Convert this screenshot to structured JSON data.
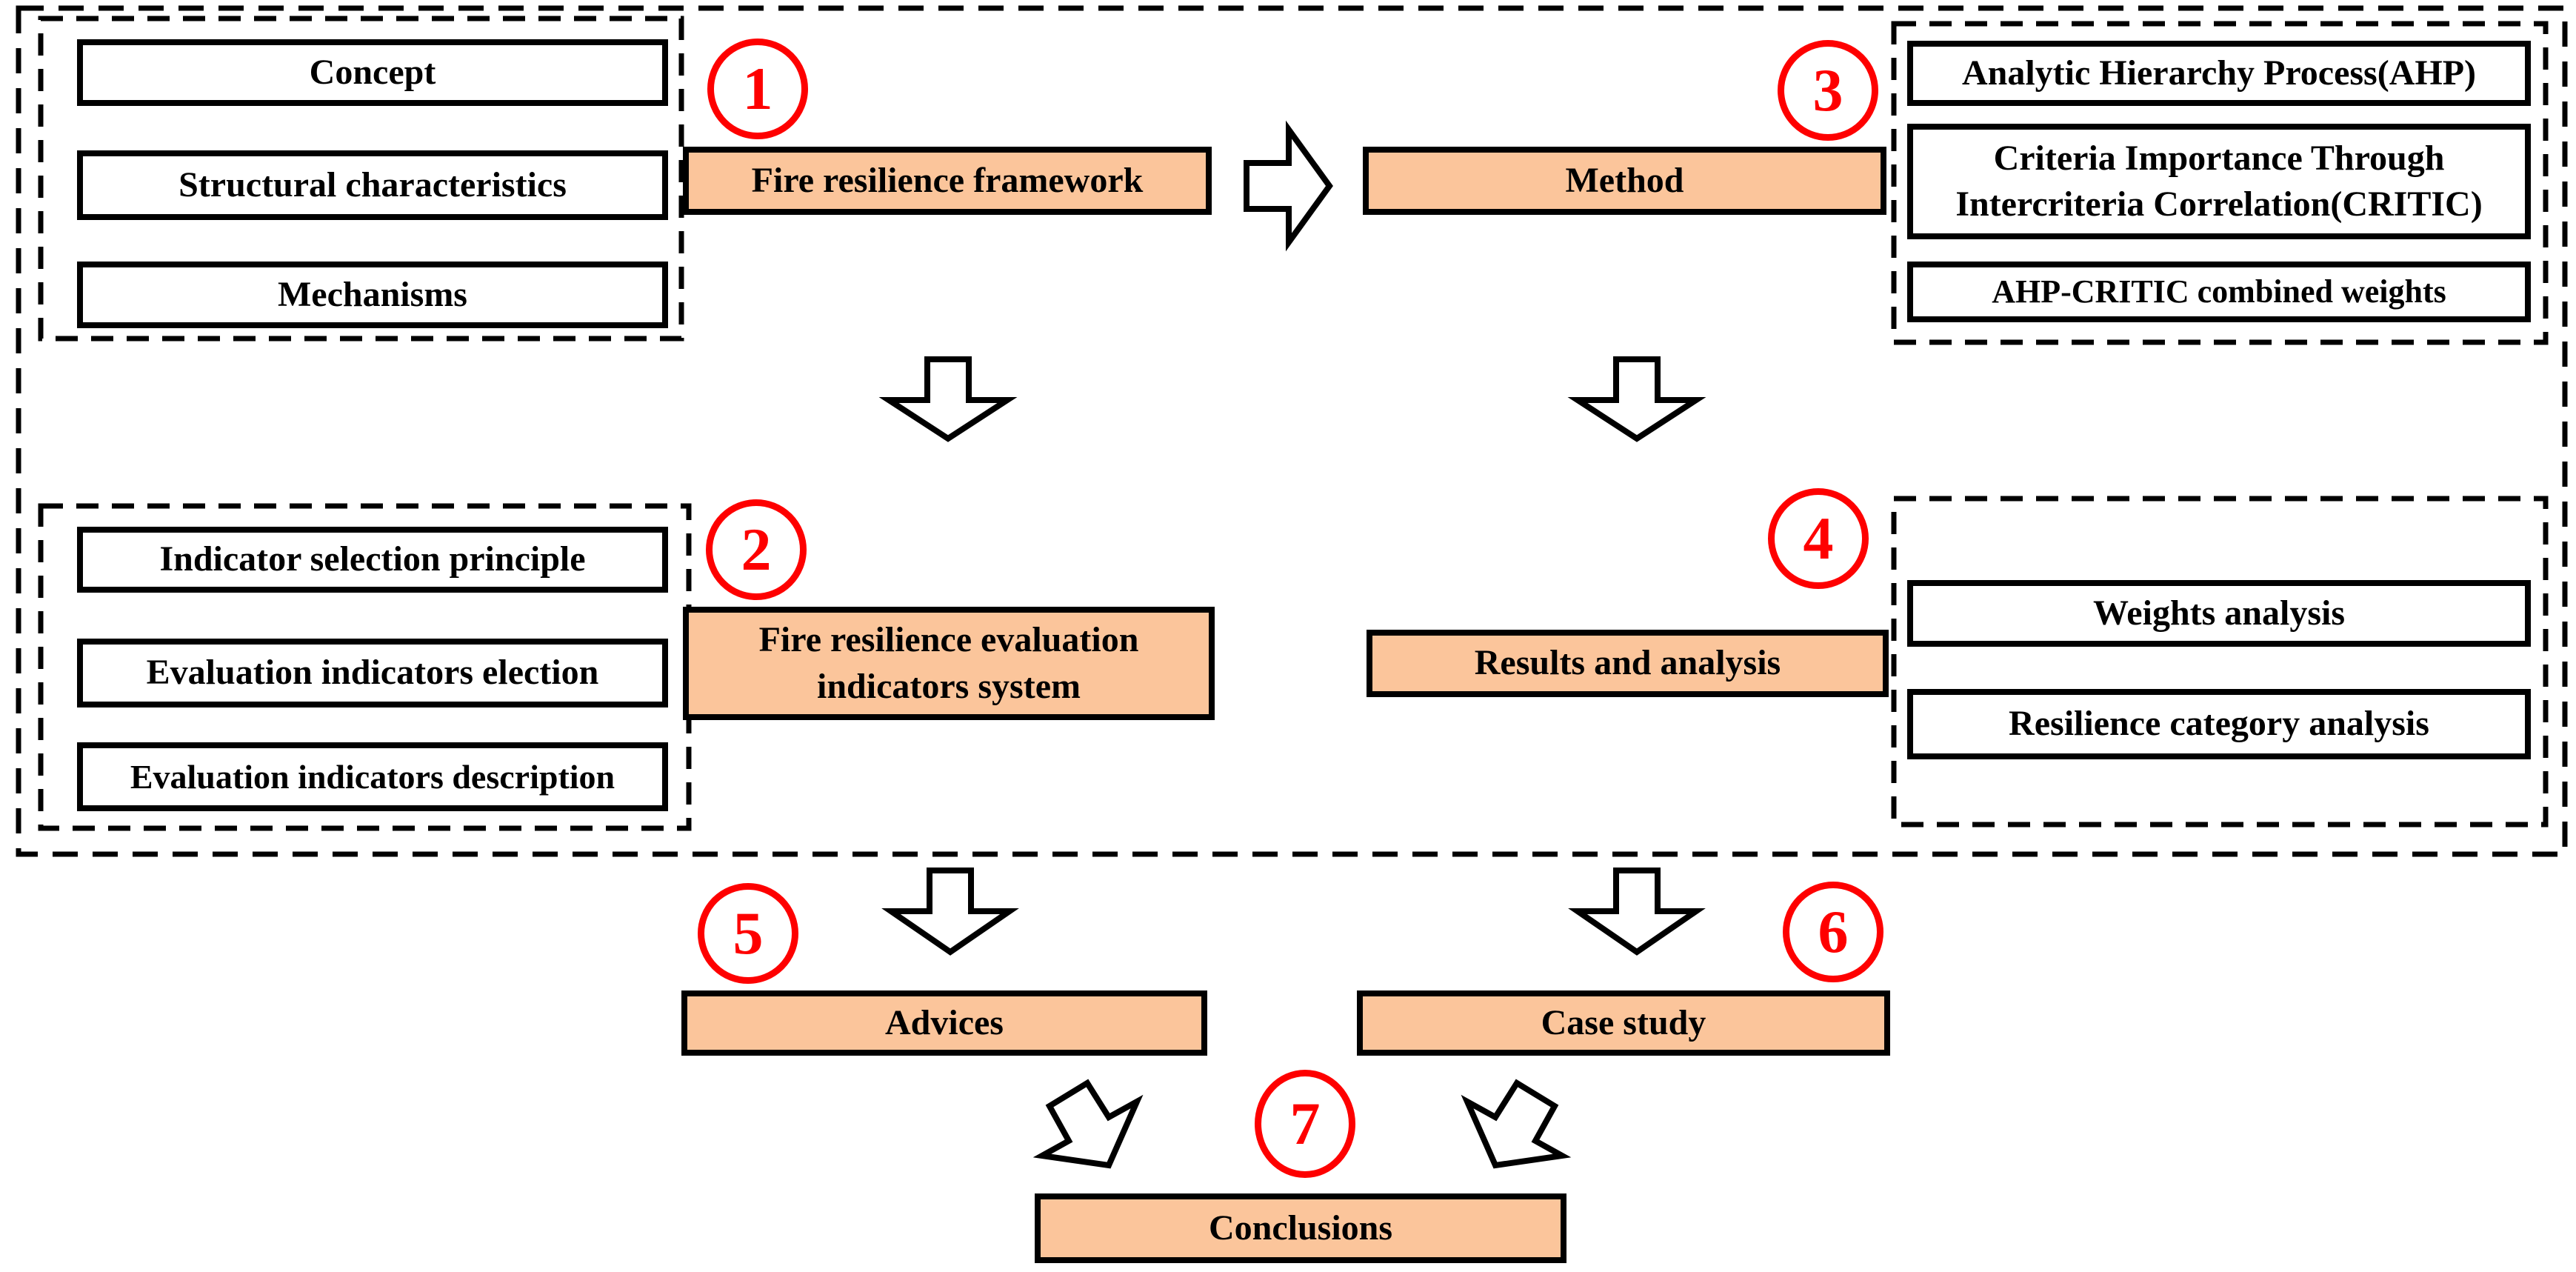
{
  "colors": {
    "stage_box_fill": "#FBC59B",
    "circle_stroke": "#FE0000",
    "line_black": "#000000",
    "background": "#ffffff"
  },
  "stage_circles": {
    "s1": "1",
    "s2": "2",
    "s3": "3",
    "s4": "4",
    "s5": "5",
    "s6": "6",
    "s7": "7"
  },
  "plain_boxes": {
    "concept": "Concept",
    "structural": "Structural characteristics",
    "mechanisms": "Mechanisms",
    "ahp": "Analytic Hierarchy Process(AHP)",
    "critic_line1": "Criteria Importance Through",
    "critic_line2": "Intercriteria Correlation(CRITIC)",
    "ahp_critic": "AHP-CRITIC combined weights",
    "indicator_principle": "Indicator selection principle",
    "indicators_election": "Evaluation indicators election",
    "indicators_description": "Evaluation indicators description",
    "weights_analysis": "Weights analysis",
    "resilience_category": "Resilience category analysis"
  },
  "stage_boxes": {
    "framework": "Fire resilience framework",
    "method": "Method",
    "indicators_system_line1": "Fire resilience evaluation",
    "indicators_system_line2": "indicators system",
    "results": "Results and analysis",
    "advices": "Advices",
    "case_study": "Case study",
    "conclusions": "Conclusions"
  }
}
